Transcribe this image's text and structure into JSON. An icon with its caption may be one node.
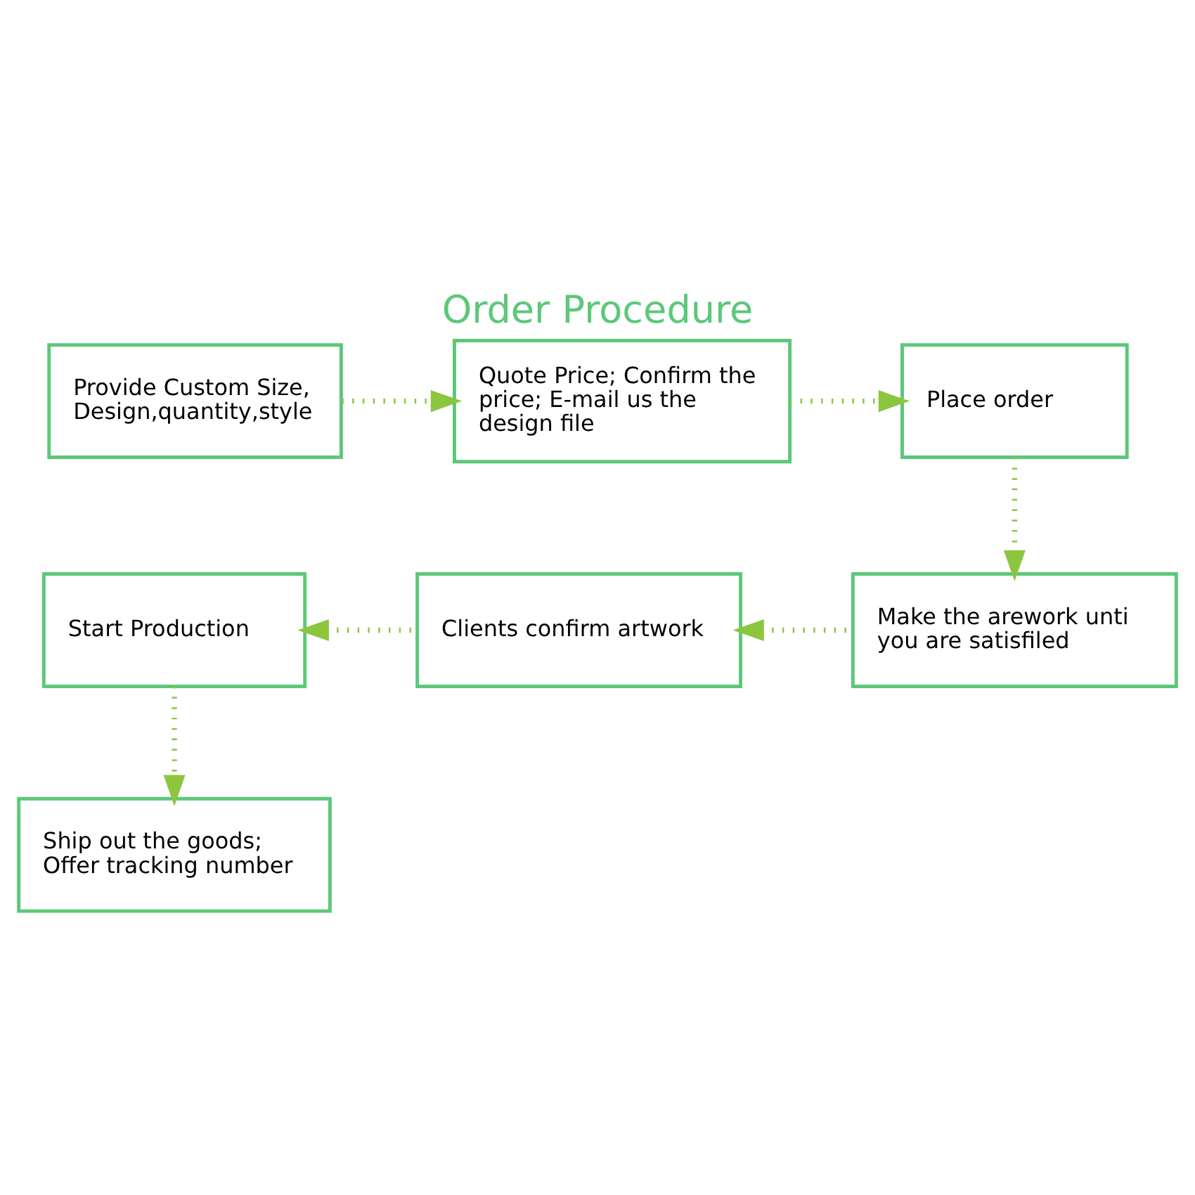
{
  "diagram": {
    "title": "Order Procedure",
    "nodes": [
      {
        "text": [
          "Provide Custom Size, Design,quantity,style"
        ]
      },
      {
        "text": [
          "Quote Price; Confirm the price; E-mail us the design file"
        ]
      },
      {
        "text": [
          "Place order"
        ]
      },
      {
        "text": [
          "Make the arework unti you are satisfiled"
        ]
      },
      {
        "text": [
          "Clients confirm artwork"
        ]
      },
      {
        "text": [
          "Start Production"
        ]
      },
      {
        "text": [
          "Ship out the goods; Offer tracking number"
        ]
      }
    ],
    "edges": [
      {
        "from": 0,
        "to": 1,
        "arrow": "to"
      },
      {
        "from": 1,
        "to": 2,
        "arrow": "to"
      },
      {
        "from": 2,
        "to": 3,
        "arrow": "to"
      },
      {
        "from": 3,
        "to": 4,
        "arrow": "to"
      },
      {
        "from": 4,
        "to": 5,
        "arrow": "to"
      },
      {
        "from": 5,
        "to": 6,
        "arrow": "to"
      }
    ]
  }
}
